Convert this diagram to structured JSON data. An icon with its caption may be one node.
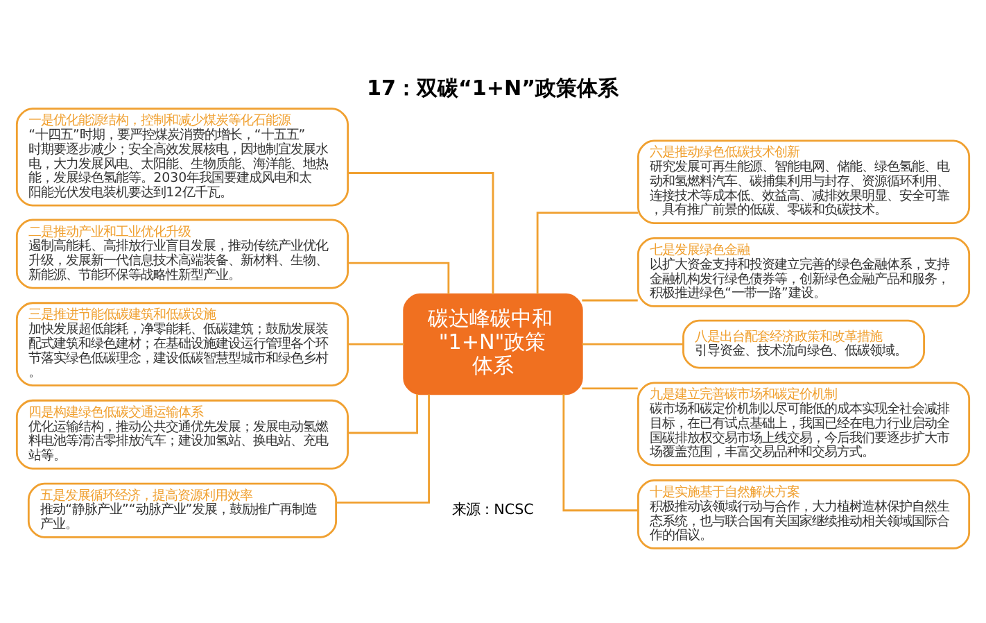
{
  "diagram": {
    "title": "17：双碳“1+N”政策体系",
    "caption": "来源：NCSC",
    "nodes": [
      {
        "text": [
          "碳达峰碳中和 \"1+N\"政策体系"
        ]
      },
      {
        "text": [
          "一是优化能源结构，控制和减少煤炭等化石能源",
          "“十四五”时期，要严控煤炭消费的增长，“十五五”时期要逐步减少；安全高效发展核电，因地制宜发展水电，大力发展风电、太阳能、生物质能、海洋能、地热能，发展绿色氢能等。2030年我国要建成风电和太阳能光伏发电装机要达到12亿千瓦。"
        ]
      },
      {
        "text": [
          "二是推动产业和工业优化升级",
          "遏制高能耗、高排放行业盲目发展，推动传统产业优化升级，发展新一代信息技术高端装备、新材料、生物、新能源、节能环保等战略性新型产业。"
        ]
      },
      {
        "text": [
          "三是推进节能低碳建筑和低碳设施",
          "加快发展超低能耗，净零能耗、低碳建筑；鼓励发展装配式建筑和绿色建材；在基础设施建设运行管理各个环节落实绿色低碳理念，建设低碳智慧型城市和绿色乡村。"
        ]
      },
      {
        "text": [
          "四是构建绿色低碳交通运输体系",
          "优化运输结构，推动公共交通优先发展；发展电动氢燃料电池等清洁零排放汽车；建设加氢站、换电站、充电站等。"
        ]
      },
      {
        "text": [
          "五是发展循环经济，提高资源利用效率",
          "推动“静脉产业”“动脉产业”发展，鼓励推广再制造产业。"
        ]
      },
      {
        "text": [
          "六是推动绿色低碳技术创新",
          "研究发展可再生能源、智能电网、储能、绿色氢能、电动和氢燃料汽车、碳捕集利用与封存、资源循环利用、连接技术等成本低、效益高、减排效果明显、安全可靠，具有推广前景的低碳、零碳和负碳技术。"
        ]
      },
      {
        "text": [
          "七是发展绿色金融",
          "以扩大资金支持和投资建立完善的绿色金融体系，支持金融机构发行绿色债券等，创新绿色金融产品和服务，积极推进绿色“一带一路”建设。"
        ]
      },
      {
        "text": [
          "八是出台配套经济政策和改革措施",
          "引导资金、技术流向绿色、低碳领域。"
        ]
      },
      {
        "text": [
          "九是建立完善碳市场和碳定价机制",
          "碳市场和碳定价机制以尽可能低的成本实现全社会减排目标，在已有试点基础上，我国已经在电力行业启动全国碳排放权交易市场上线交易，今后我们要逐步扩大市场覆盖范围，丰富交易品种和交易方式。"
        ]
      },
      {
        "text": [
          "十是实施基于自然解决方案",
          "积极推动该领域行动与合作，大力植树造林保护自然生态系统，也与联合国有关国家继续推动相关领域国际合作的倡议。"
        ]
      }
    ],
    "edges": [
      {
        "from": 1,
        "to": 0,
        "arrow": "none"
      },
      {
        "from": 2,
        "to": 0,
        "arrow": "none"
      },
      {
        "from": 3,
        "to": 0,
        "arrow": "none"
      },
      {
        "from": 4,
        "to": 0,
        "arrow": "none"
      },
      {
        "from": 5,
        "to": 0,
        "arrow": "none"
      },
      {
        "from": 0,
        "to": 6,
        "arrow": "none"
      },
      {
        "from": 0,
        "to": 7,
        "arrow": "none"
      },
      {
        "from": 0,
        "to": 8,
        "arrow": "none"
      },
      {
        "from": 0,
        "to": 9,
        "arrow": "none"
      },
      {
        "from": 0,
        "to": 10,
        "arrow": "none"
      }
    ]
  }
}
